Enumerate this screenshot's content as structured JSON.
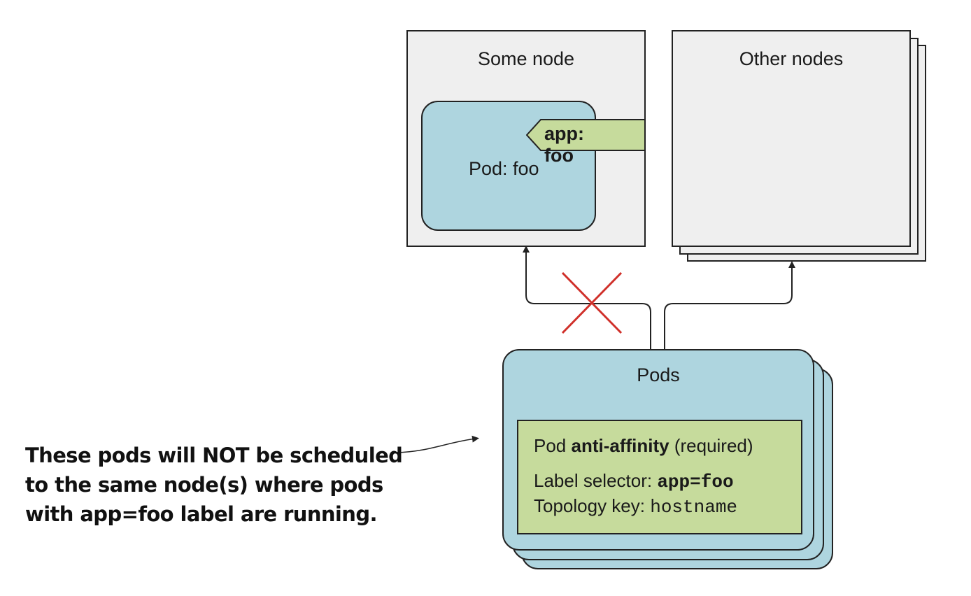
{
  "nodes": {
    "some_node": {
      "title": "Some node"
    },
    "other_nodes": {
      "title": "Other nodes"
    }
  },
  "pod_foo": {
    "name": "Pod: foo",
    "label": "app: foo"
  },
  "pods": {
    "title": "Pods",
    "rule": {
      "prefix": "Pod ",
      "kind": "anti-affinity",
      "suffix": " (required)",
      "selector_label": "Label selector: ",
      "selector_value": "app=foo",
      "topology_label": "Topology key: ",
      "topology_value": "hostname"
    }
  },
  "callout": {
    "lines": [
      "These pods will NOT be scheduled",
      "to the same node(s) where pods",
      "with app=foo label are running."
    ]
  },
  "colors": {
    "node_fill": "#efefef",
    "pod_fill": "#aed5df",
    "label_fill": "#c6db9c",
    "cross": "#d0302a",
    "stroke": "#222222"
  }
}
